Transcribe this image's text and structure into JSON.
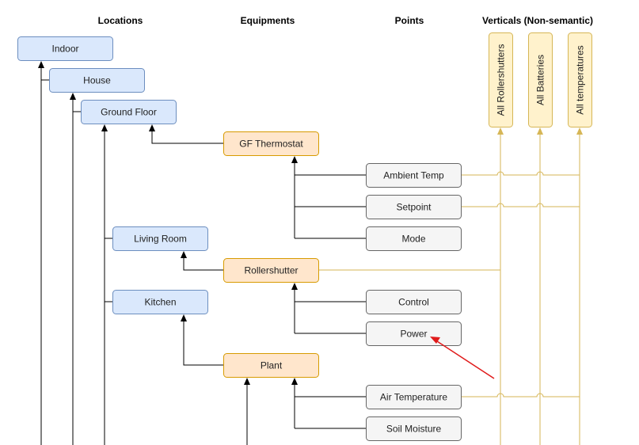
{
  "headers": {
    "locations": "Locations",
    "equipments": "Equipments",
    "points": "Points",
    "verticals": "Verticals (Non-semantic)"
  },
  "locations": {
    "indoor": "Indoor",
    "house": "House",
    "ground_floor": "Ground Floor",
    "living_room": "Living Room",
    "kitchen": "Kitchen"
  },
  "equipments": {
    "gf_thermostat": "GF Thermostat",
    "rollershutter": "Rollershutter",
    "plant": "Plant"
  },
  "points": {
    "ambient_temp": "Ambient Temp",
    "setpoint": "Setpoint",
    "mode": "Mode",
    "control": "Control",
    "power": "Power",
    "air_temperature": "Air Temperature",
    "soil_moisture": "Soil Moisture"
  },
  "verticals": {
    "all_rollershutters": "All Rollershutters",
    "all_batteries": "All Batteries",
    "all_temperatures": "All temperatures"
  },
  "colors": {
    "location_fill": "#dae8fc",
    "location_stroke": "#6c8ebf",
    "equipment_fill": "#ffe6cc",
    "equipment_stroke": "#d79b00",
    "point_fill": "#f5f5f5",
    "point_stroke": "#666666",
    "vertical_fill": "#fff2cc",
    "vertical_stroke": "#d6b656",
    "pointer_arrow": "#e01b1b"
  }
}
